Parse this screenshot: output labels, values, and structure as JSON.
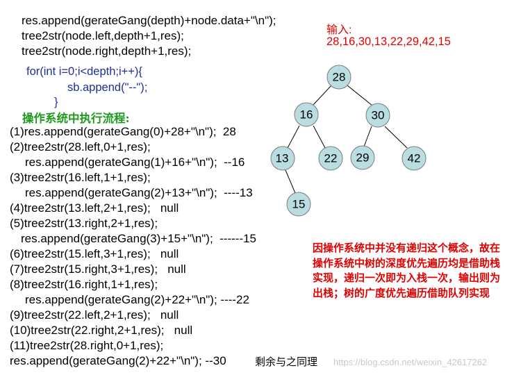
{
  "code_lines": [
    "res.append(gerateGang(depth)+node.data+\"\\n\");",
    "tree2str(node.left,depth+1,res);",
    "tree2str(node.right,depth+1,res);"
  ],
  "loop_lines": [
    "for(int i=0;i<depth;i++){",
    "sb.append(\"--\");",
    "}"
  ],
  "flow_heading": "操作系统中执行流程:",
  "trace_lines": [
    "(1)res.append(gerateGang(0)+28+\"\\n\");  28",
    "(2)tree2str(28.left,0+1,res);",
    "res.append(gerateGang(1)+16+\"\\n\");  --16",
    "(3)tree2str(16.left,1+1,res);",
    "res.append(gerateGang(2)+13+\"\\n\");  ----13",
    "(4)tree2str(13.left,2+1,res);   null",
    "(5)tree2str(13.right,2+1,res);",
    "res.append(gerateGang(3)+15+\"\\n\");  ------15",
    "(6)tree2str(15.left,3+1,res);   null",
    "(7)tree2str(15.right,3+1,res);   null",
    "(8)tree2str(16.right,1+1,res);",
    "res.append(gerateGang(2)+22+\"\\n\"); ----22",
    "(9)tree2str(22.left,2+1,res);   null",
    "(10)tree2str(22.right,2+1,res);   null",
    "(11)tree2str(28.right,0+1,res);",
    "res.append(gerateGang(2)+22+\"\\n\"); --30"
  ],
  "remaining_note": "剩余与之同理",
  "input_label": "输入:",
  "input_values": "28,16,30,13,22,29,42,15",
  "tree_nodes": [
    "28",
    "16",
    "30",
    "13",
    "22",
    "29",
    "42",
    "15"
  ],
  "node_color": "#b9dde0",
  "explanation": "因操作系统中并没有递归这个概念，故在操作系统中树的深度优先遍历均是借助栈实现，递归一次即为入栈一次，输出则为出栈；树的广度优先遍历借助队列实现",
  "watermark": "https://blog.csdn.net/weixin_42617262"
}
